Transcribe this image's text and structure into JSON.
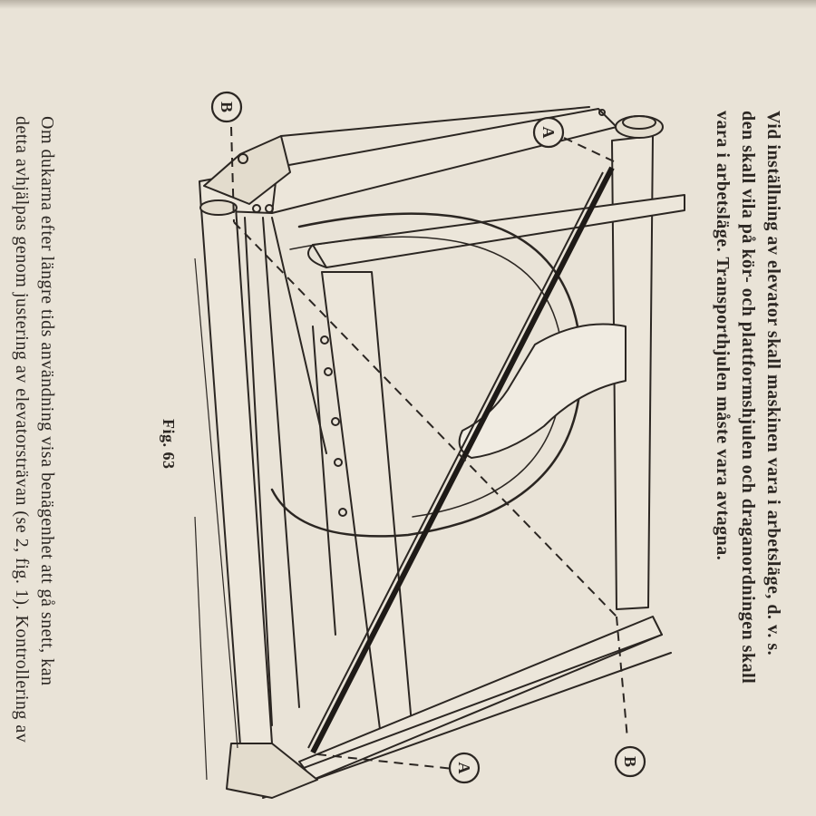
{
  "page": {
    "intro_paragraph": [
      "Vid inställning av elevator skall maskinen vara i arbetsläge, d. v. s.",
      "den skall vila på kör- och plattformshjulen och draganordningen skall",
      "vara i arbetsläge. Transporthjulen måste vara avtagna."
    ],
    "figure": {
      "caption": "Fig. 63",
      "labels": {
        "a_top": "A",
        "a_bottom": "A",
        "b_top": "B",
        "b_bottom": "B"
      }
    },
    "lower_paragraph": [
      "Om dukarna efter längre tids användning visa benägenhet att gå snett, kan",
      "detta avhjälpas genom justering av elevatorsträvan (se 2, fig. 1). Kontrollering av"
    ]
  },
  "colors": {
    "paper": "#e9e3d7",
    "ink": "#2b2622"
  }
}
